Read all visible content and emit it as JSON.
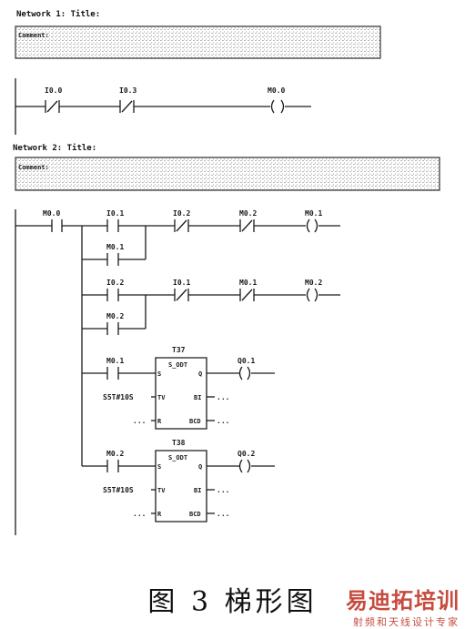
{
  "network1": {
    "header": "Network 1: Title:",
    "comment": "Comment:",
    "contacts": [
      {
        "addr": "I0.0",
        "type": "NC"
      },
      {
        "addr": "I0.3",
        "type": "NC"
      }
    ],
    "coil": "M0.0"
  },
  "network2": {
    "header": "Network 2: Title:",
    "comment": "Comment:",
    "start_contact": "M0.0",
    "rung1": {
      "contacts": [
        {
          "addr": "I0.1",
          "type": "NO"
        },
        {
          "addr": "I0.2",
          "type": "NC"
        },
        {
          "addr": "M0.2",
          "type": "NC"
        }
      ],
      "coil": "M0.1",
      "latch": "M0.1"
    },
    "rung2": {
      "contacts": [
        {
          "addr": "I0.2",
          "type": "NO"
        },
        {
          "addr": "I0.1",
          "type": "NC"
        },
        {
          "addr": "M0.1",
          "type": "NC"
        }
      ],
      "coil": "M0.2",
      "latch": "M0.2"
    },
    "timer1": {
      "name": "T37",
      "fb": "S_ODT",
      "contact": "M0.1",
      "tv": "S5T#10S",
      "output": "Q0.1",
      "pins": {
        "s": "S",
        "q": "Q",
        "tv": "TV",
        "bi": "BI",
        "r": "R",
        "bcd": "BCD"
      }
    },
    "timer2": {
      "name": "T38",
      "fb": "S_ODT",
      "contact": "M0.2",
      "tv": "S5T#10S",
      "output": "Q0.2",
      "pins": {
        "s": "S",
        "q": "Q",
        "tv": "TV",
        "bi": "BI",
        "r": "R",
        "bcd": "BCD"
      }
    },
    "ellipsis": "..."
  },
  "caption": "图 3 梯形图",
  "watermark": {
    "brand": "易迪拓培训",
    "sub": "射频和天线设计专家",
    "color": "#c0392b"
  }
}
